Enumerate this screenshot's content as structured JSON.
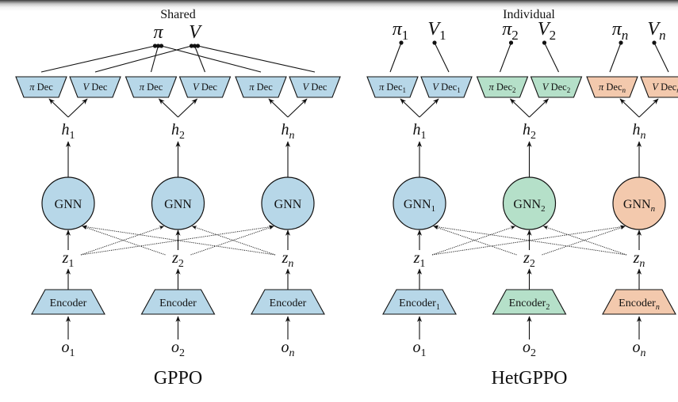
{
  "colors": {
    "blue": "#b7d7e8",
    "green": "#b5e0c9",
    "orange": "#f3c9ad",
    "stroke": "#111111"
  },
  "panels": [
    {
      "name": "gppo",
      "title": "GPPO",
      "head_label": "Shared",
      "shared": true,
      "policy_label": "π",
      "value_label": "V",
      "agents": [
        {
          "color": "blue",
          "gnn": "GNN",
          "gnn_sub": "",
          "encoder": "Encoder",
          "enc_sub": "",
          "pi_dec": "π Dec",
          "v_dec": "V Dec",
          "dec_sub": "",
          "h": "h",
          "h_sub": "1",
          "z": "z",
          "z_sub": "1",
          "o": "o",
          "o_sub": "1"
        },
        {
          "color": "blue",
          "gnn": "GNN",
          "gnn_sub": "",
          "encoder": "Encoder",
          "enc_sub": "",
          "pi_dec": "π Dec",
          "v_dec": "V Dec",
          "dec_sub": "",
          "h": "h",
          "h_sub": "2",
          "z": "z",
          "z_sub": "2",
          "o": "o",
          "o_sub": "2"
        },
        {
          "color": "blue",
          "gnn": "GNN",
          "gnn_sub": "",
          "encoder": "Encoder",
          "enc_sub": "",
          "pi_dec": "π Dec",
          "v_dec": "V Dec",
          "dec_sub": "",
          "h": "h",
          "h_sub": "n",
          "z": "z",
          "z_sub": "n",
          "o": "o",
          "o_sub": "n"
        }
      ]
    },
    {
      "name": "hetgppo",
      "title": "HetGPPO",
      "head_label": "Individual",
      "shared": false,
      "policy_label": "π",
      "value_label": "V",
      "agents": [
        {
          "color": "blue",
          "gnn": "GNN",
          "gnn_sub": "1",
          "encoder": "Encoder",
          "enc_sub": "1",
          "pi_dec": "π Dec",
          "v_dec": "V Dec",
          "dec_sub": "1",
          "out_sub": "1",
          "h": "h",
          "h_sub": "1",
          "z": "z",
          "z_sub": "1",
          "o": "o",
          "o_sub": "1"
        },
        {
          "color": "green",
          "gnn": "GNN",
          "gnn_sub": "2",
          "encoder": "Encoder",
          "enc_sub": "2",
          "pi_dec": "π Dec",
          "v_dec": "V Dec",
          "dec_sub": "2",
          "out_sub": "2",
          "h": "h",
          "h_sub": "2",
          "z": "z",
          "z_sub": "2",
          "o": "o",
          "o_sub": "2"
        },
        {
          "color": "orange",
          "gnn": "GNN",
          "gnn_sub": "n",
          "encoder": "Encoder",
          "enc_sub": "n",
          "pi_dec": "π Dec",
          "v_dec": "V Dec",
          "dec_sub": "n",
          "out_sub": "n",
          "h": "h",
          "h_sub": "n",
          "z": "z",
          "z_sub": "n",
          "o": "o",
          "o_sub": "n"
        }
      ]
    }
  ]
}
